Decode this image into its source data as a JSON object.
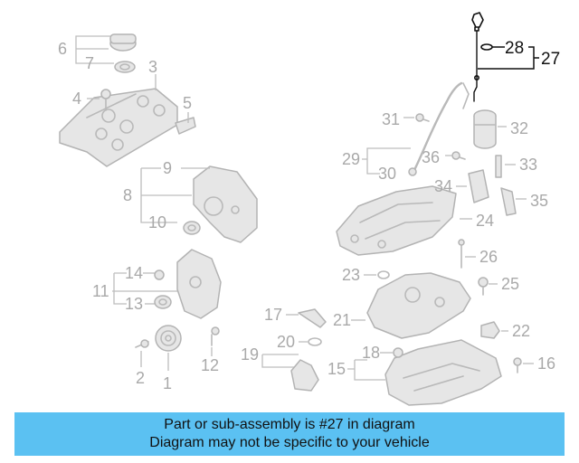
{
  "labels": {
    "n1": "1",
    "n2": "2",
    "n3": "3",
    "n4": "4",
    "n5": "5",
    "n6": "6",
    "n7": "7",
    "n8": "8",
    "n9": "9",
    "n10": "10",
    "n11": "11",
    "n12": "12",
    "n13": "13",
    "n14": "14",
    "n15": "15",
    "n16": "16",
    "n17": "17",
    "n18": "18",
    "n19": "19",
    "n20": "20",
    "n21": "21",
    "n22": "22",
    "n23": "23",
    "n24": "24",
    "n25": "25",
    "n26": "26",
    "n27": "27",
    "n28": "28",
    "n29": "29",
    "n30": "30",
    "n31": "31",
    "n32": "32",
    "n33": "33",
    "n34": "34",
    "n35": "35",
    "n36": "36"
  },
  "highlighted_part": "27",
  "banner": {
    "line1": "Part or sub-assembly is #27 in diagram",
    "line2": "Diagram may not be specific to your vehicle"
  },
  "colors": {
    "banner_bg": "#5bc1f2",
    "highlight": "#111111",
    "part_gray": "#b9b9b9"
  }
}
